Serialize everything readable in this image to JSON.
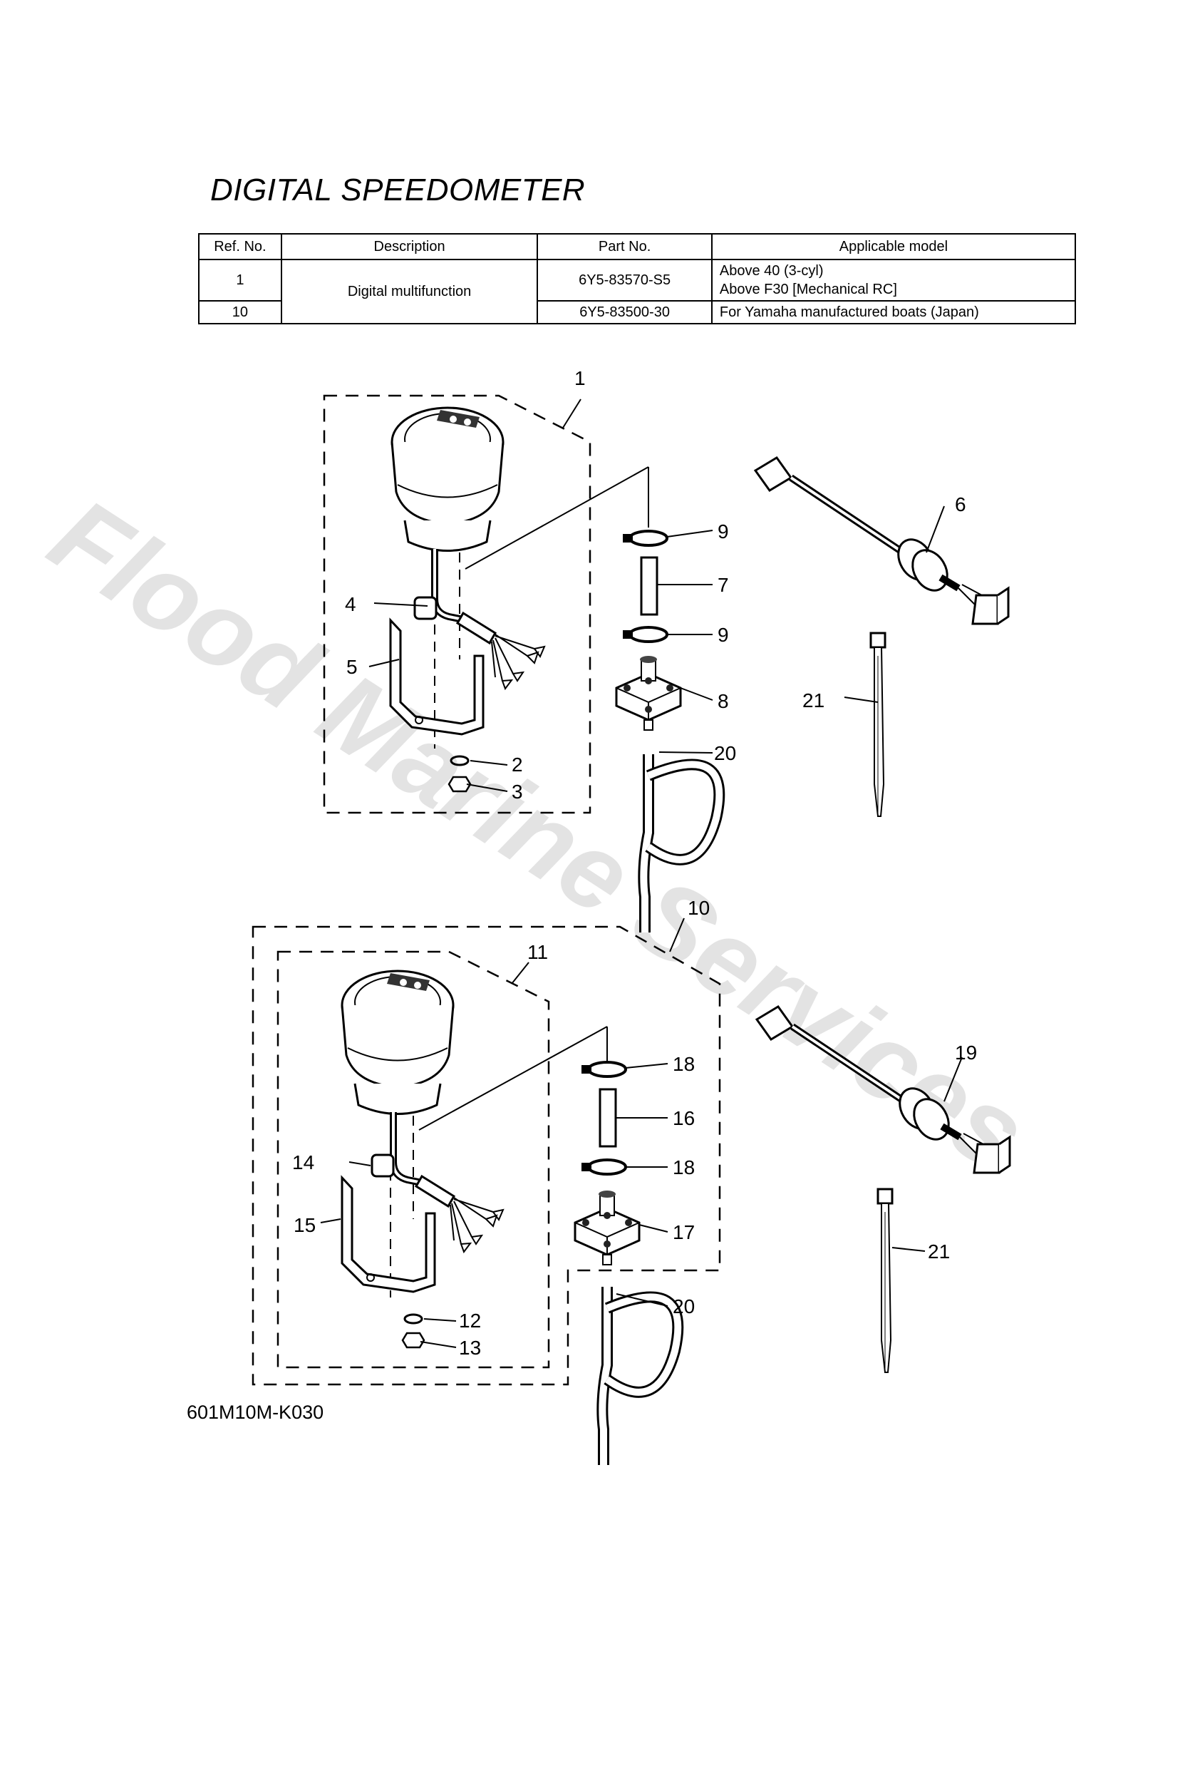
{
  "page": {
    "title": "DIGITAL SPEEDOMETER",
    "diagram_code": "601M10M-K030",
    "watermark": "Flood Marine Services"
  },
  "table": {
    "headers": [
      "Ref. No.",
      "Description",
      "Part No.",
      "Applicable model"
    ],
    "rows": [
      {
        "ref": "1",
        "description": "Digital multifunction",
        "part": "6Y5-83570-S5",
        "model_line1": "Above 40 (3-cyl)",
        "model_line2": "Above F30 [Mechanical RC]"
      },
      {
        "ref": "10",
        "part": "6Y5-83500-30",
        "model": "For Yamaha manufactured boats (Japan)"
      }
    ]
  },
  "callouts": {
    "c1": "1",
    "c2": "2",
    "c3": "3",
    "c4": "4",
    "c5": "5",
    "c6": "6",
    "c7": "7",
    "c8": "8",
    "c9a": "9",
    "c9b": "9",
    "c10": "10",
    "c11": "11",
    "c12": "12",
    "c13": "13",
    "c14": "14",
    "c15": "15",
    "c16": "16",
    "c17": "17",
    "c18a": "18",
    "c18b": "18",
    "c19": "19",
    "c20a": "20",
    "c20b": "20",
    "c21a": "21",
    "c21b": "21"
  }
}
